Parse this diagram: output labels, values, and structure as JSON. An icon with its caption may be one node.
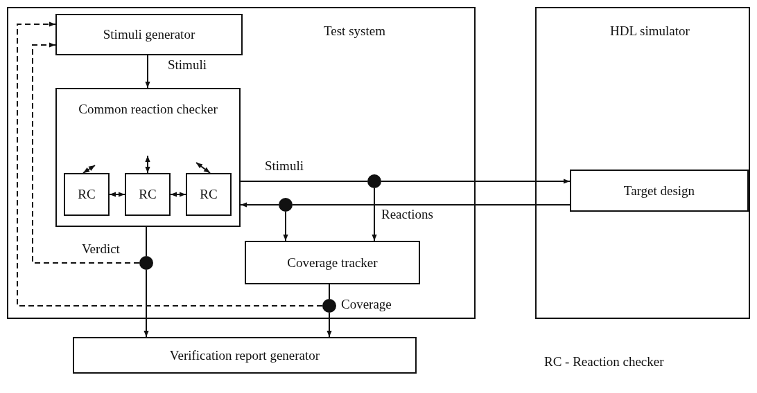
{
  "diagram": {
    "nodes": [
      {
        "text": [
          "Test system"
        ]
      },
      {
        "text": [
          "HDL simulator"
        ]
      },
      {
        "text": [
          "Stimuli generator"
        ],
        "in": 0
      },
      {
        "text": [
          "Common reaction checker"
        ],
        "in": 0
      },
      {
        "text": [
          "RC"
        ],
        "in": 3
      },
      {
        "text": [
          "RC"
        ],
        "in": 3
      },
      {
        "text": [
          "RC"
        ],
        "in": 3
      },
      {
        "text": [
          "Target design"
        ],
        "in": 1
      },
      {
        "text": [
          "Coverage tracker"
        ],
        "in": 0
      },
      {
        "text": [
          "Verification report generator"
        ]
      },
      {
        "text": [],
        "shape": "circle",
        "in": 0
      },
      {
        "text": [],
        "shape": "circle",
        "in": 0
      },
      {
        "text": [],
        "shape": "circle",
        "in": 0
      },
      {
        "text": [],
        "shape": "circle",
        "in": 0
      }
    ],
    "edges": [
      {
        "from": 2,
        "to": 3,
        "arrow": "to",
        "label": "Stimuli"
      },
      {
        "from": 3,
        "to": 10,
        "arrow": "none",
        "label": "Stimuli"
      },
      {
        "from": 10,
        "to": 7,
        "arrow": "to"
      },
      {
        "from": 10,
        "to": 8,
        "arrow": "to"
      },
      {
        "from": 7,
        "to": 11,
        "arrow": "none",
        "label": "Reactions"
      },
      {
        "from": 11,
        "to": 3,
        "arrow": "to"
      },
      {
        "from": 11,
        "to": 8,
        "arrow": "to"
      },
      {
        "from": 3,
        "to": 12,
        "arrow": "none",
        "label": "Verdict"
      },
      {
        "from": 12,
        "to": 9,
        "arrow": "to"
      },
      {
        "from": 12,
        "to": 2,
        "arrow": "to",
        "style": "dashed"
      },
      {
        "from": 8,
        "to": 13,
        "arrow": "none"
      },
      {
        "from": 13,
        "to": 9,
        "arrow": "to",
        "label": "Coverage"
      },
      {
        "from": 13,
        "to": 2,
        "arrow": "to",
        "style": "dashed"
      },
      {
        "from": 4,
        "to": 5,
        "arrow": "both"
      },
      {
        "from": 5,
        "to": 6,
        "arrow": "both"
      },
      {
        "from": 4,
        "to": null,
        "arrow": "both"
      },
      {
        "from": 5,
        "to": null,
        "arrow": "both"
      },
      {
        "from": 6,
        "to": null,
        "arrow": "both"
      }
    ],
    "labels": [
      "RC - Reaction checker"
    ]
  }
}
